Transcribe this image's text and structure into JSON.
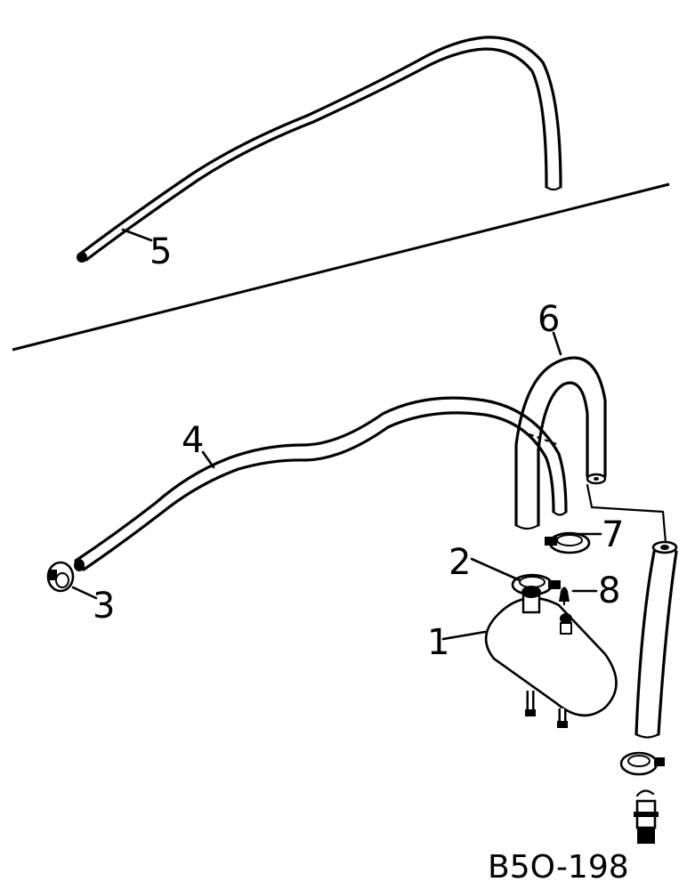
{
  "figure_number": "B5O-198",
  "callouts": {
    "c1": "1",
    "c2": "2",
    "c3": "3",
    "c4": "4",
    "c5": "5",
    "c6": "6",
    "c7": "7",
    "c8": "8"
  }
}
